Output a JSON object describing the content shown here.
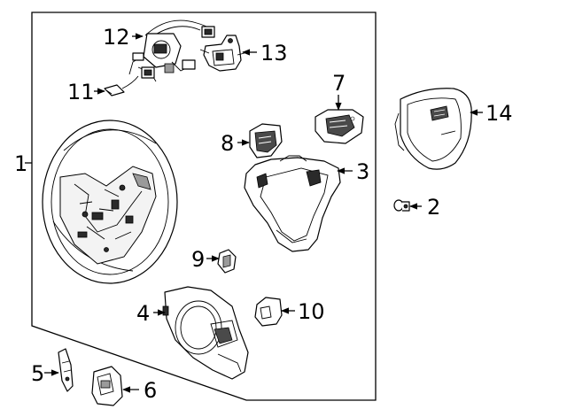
{
  "callouts": {
    "c1": "1",
    "c2": "2",
    "c3": "3",
    "c4": "4",
    "c5": "5",
    "c6": "6",
    "c7": "7",
    "c8": "8",
    "c9": "9",
    "c10": "10",
    "c11": "11",
    "c12": "12",
    "c13": "13",
    "c14": "14"
  },
  "colors": {
    "line": "#000000",
    "background": "#ffffff",
    "shade": "#2a2a2a"
  }
}
